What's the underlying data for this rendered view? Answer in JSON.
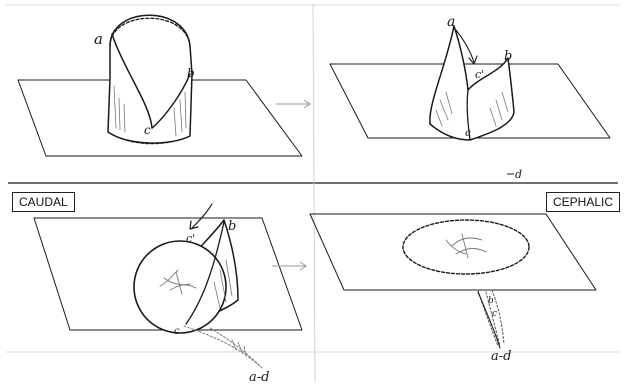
{
  "labels": {
    "caudal": "CAUDAL",
    "cephalic": "CEPHALIC"
  },
  "panel1": {
    "a": "a",
    "b": "b",
    "c": "c"
  },
  "panel2": {
    "a": "a",
    "b": "b",
    "c_prime": "c'",
    "c": "c",
    "d": "d"
  },
  "panel3": {
    "b": "b",
    "c_prime": "c'",
    "c": "c",
    "a_d": "a-d"
  },
  "panel4": {
    "b": "b",
    "c": "c",
    "a_d": "a-d"
  },
  "colors": {
    "ink": "#1a1a1a",
    "shade": "#777777",
    "paper": "#ffffff"
  }
}
